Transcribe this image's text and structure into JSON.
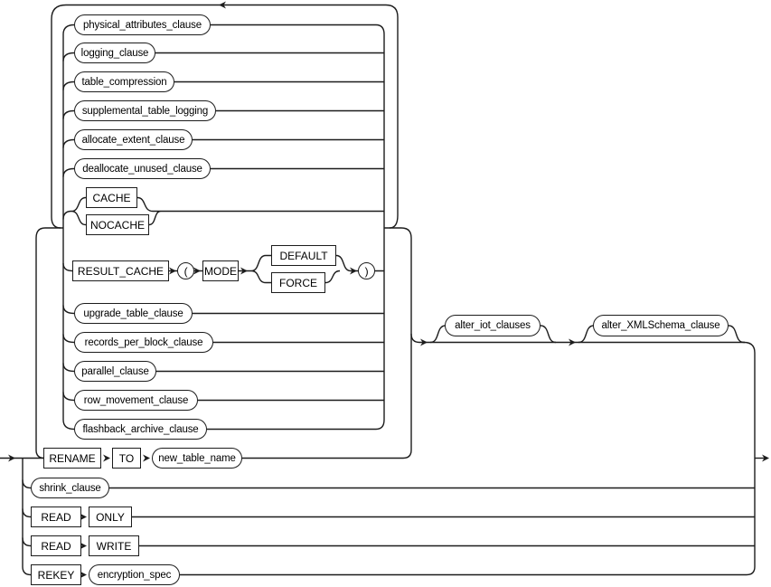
{
  "diagram": {
    "title": "alter_table_properties railroad syntax diagram",
    "type": "railroad-syntax-diagram",
    "colors": {
      "line": "#1c1c1c",
      "background": "#ffffff",
      "text": "#000000"
    },
    "icons": {
      "entry_arrow": "arrow-right",
      "loop_back_arrow": "arrow-left",
      "exit_arrow": "arrow-right",
      "junction_arrow": "arrow-right"
    },
    "nodes": {
      "physical": "physical_attributes_clause",
      "logging": "logging_clause",
      "compression": "table_compression",
      "supplemental": "supplemental_table_logging",
      "allocate": "allocate_extent_clause",
      "deallocate": "deallocate_unused_clause",
      "cache": "CACHE",
      "nocache": "NOCACHE",
      "result_cache": "RESULT_CACHE",
      "lparen": "(",
      "mode": "MODE",
      "default": "DEFAULT",
      "force": "FORCE",
      "rparen": ")",
      "upgrade": "upgrade_table_clause",
      "records": "records_per_block_clause",
      "parallel": "parallel_clause",
      "row_movement": "row_movement_clause",
      "flashback": "flashback_archive_clause",
      "rename": "RENAME",
      "to": "TO",
      "new_table_name": "new_table_name",
      "shrink": "shrink_clause",
      "read": "READ",
      "only": "ONLY",
      "write": "WRITE",
      "rekey": "REKEY",
      "encryption_spec": "encryption_spec",
      "alter_iot": "alter_iot_clauses",
      "alter_xmlschema": "alter_XMLSchema_clause"
    }
  }
}
